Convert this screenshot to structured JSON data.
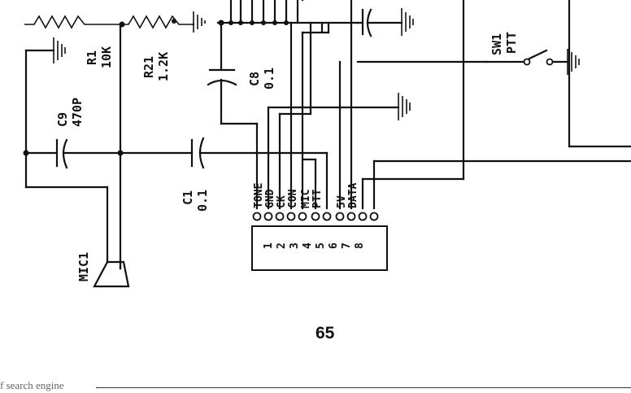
{
  "components": {
    "r1": {
      "ref": "R1",
      "value": "10K"
    },
    "r21": {
      "ref": "R21",
      "value": "1.2K"
    },
    "c8": {
      "ref": "C8",
      "value": "0.1"
    },
    "c9": {
      "ref": "C9",
      "value": "470P"
    },
    "c1": {
      "ref": "C1",
      "value": "0.1"
    },
    "sw1": {
      "ref": "SW1",
      "value": "PTT"
    },
    "mic1": {
      "ref": "MIC1"
    }
  },
  "connector": {
    "signals": [
      "TONE",
      "GND",
      "CK",
      "CON",
      "MIC",
      "PTT",
      "5V",
      "DATA"
    ],
    "pins": [
      "1",
      "2",
      "3",
      "4",
      "5",
      "6",
      "7",
      "8"
    ]
  },
  "page_number": "65",
  "footer_text": "f search engine"
}
